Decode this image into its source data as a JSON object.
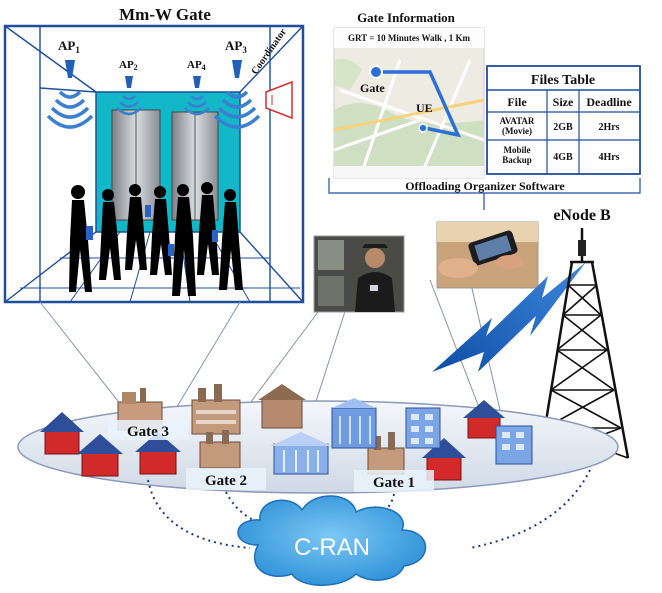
{
  "gate_panel": {
    "title": "Mm-W Gate",
    "access_points": [
      {
        "name": "AP",
        "sub": "1"
      },
      {
        "name": "AP",
        "sub": "2"
      },
      {
        "name": "AP",
        "sub": "4"
      },
      {
        "name": "AP",
        "sub": "3"
      }
    ],
    "coordinator_label": "Coordinator"
  },
  "gate_info": {
    "title": "Gate Information",
    "grt_text": "GRT = 10 Minutes  Walk , 1 Km",
    "map_gate_label": "Gate",
    "map_ue_label": "UE",
    "software_label": "Offloading Organizer Software"
  },
  "files_table": {
    "title": "Files Table",
    "headers": [
      "File",
      "Size",
      "Deadline"
    ],
    "rows": [
      {
        "file_line1": "AVATAR",
        "file_line2": "(Movie)",
        "size": "2GB",
        "deadline": "2Hrs"
      },
      {
        "file_line1": "Mobile",
        "file_line2": "Backup",
        "size": "4GB",
        "deadline": "4Hrs"
      }
    ]
  },
  "enodeb_label": "eNode B",
  "gates": [
    {
      "label": "Gate 3"
    },
    {
      "label": "Gate 2"
    },
    {
      "label": "Gate 1"
    }
  ],
  "cran_label": "C-RAN",
  "colors": {
    "frame_blue": "#1f4e9c",
    "cyan_room": "#12b8c8",
    "wifi_blue": "#3a7fd0",
    "lightning": "#1e5fb4",
    "cloud_fill": "#3da4e6",
    "platform_fill": "#e6eef8",
    "house_red": "#d22a2a",
    "house_roof": "#2f4e9a"
  }
}
